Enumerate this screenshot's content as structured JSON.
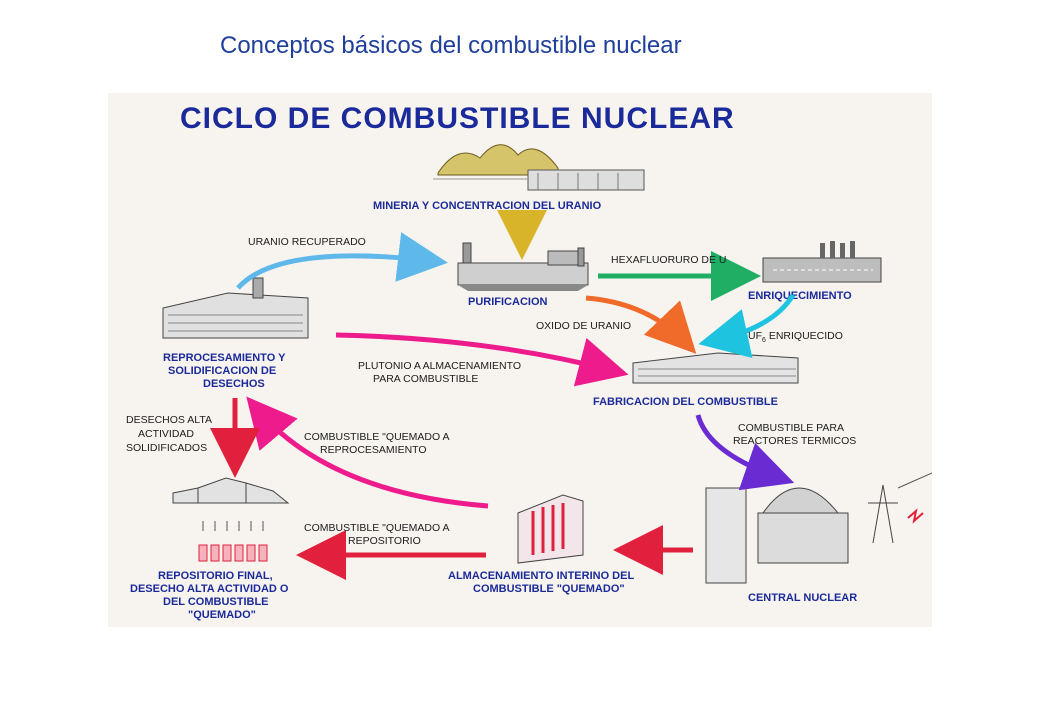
{
  "page_title": "Conceptos básicos del combustible nuclear",
  "diagram": {
    "title": "CICLO DE COMBUSTIBLE NUCLEAR",
    "nodes": {
      "mining": {
        "label": "MINERIA Y CONCENTRACION DEL URANIO"
      },
      "purification": {
        "label": "PURIFICACION"
      },
      "enrichment": {
        "label": "ENRIQUECIMIENTO"
      },
      "reprocessing": {
        "label": [
          "REPROCESAMIENTO Y",
          "SOLIDIFICACION DE",
          "DESECHOS"
        ]
      },
      "fabrication": {
        "label": "FABRICACION DEL COMBUSTIBLE"
      },
      "final_repo": {
        "label": [
          "REPOSITORIO FINAL,",
          "DESECHO ALTA ACTIVIDAD O",
          "DEL COMBUSTIBLE",
          "\"QUEMADO\""
        ]
      },
      "interim": {
        "label": [
          "ALMACENAMIENTO INTERINO DEL",
          "COMBUSTIBLE \"QUEMADO\""
        ]
      },
      "plant": {
        "label": "CENTRAL NUCLEAR"
      }
    },
    "edges": {
      "uranio_recuperado": "URANIO RECUPERADO",
      "hexafluoruro": "HEXAFLUORURO DE U",
      "oxido": "OXIDO DE URANIO",
      "uf6": [
        "UF",
        "6",
        " ENRIQUECIDO"
      ],
      "plutonio": [
        "PLUTONIO A ALMACENAMIENTO",
        "PARA COMBUSTIBLE"
      ],
      "combustible_termicos": [
        "COMBUSTIBLE PARA",
        "REACTORES TERMICOS"
      ],
      "desechos": [
        "DESECHOS ALTA",
        "ACTIVIDAD",
        "SOLIDIFICADOS"
      ],
      "quemado_reproc": [
        "COMBUSTIBLE \"QUEMADO A",
        "REPROCESAMIENTO"
      ],
      "quemado_repo": [
        "COMBUSTIBLE \"QUEMADO A",
        "REPOSITORIO"
      ]
    },
    "colors": {
      "title": "#1b2a9a",
      "blue_arrow": "#5fb8ea",
      "green_arrow": "#1fae63",
      "orange_arrow": "#f06a2a",
      "cyan_arrow": "#1ec3e0",
      "magenta_arrow": "#ee1b8c",
      "purple_arrow": "#6a2bd3",
      "red_arrow": "#e0203c",
      "gold_arrow": "#d8b42a"
    }
  }
}
